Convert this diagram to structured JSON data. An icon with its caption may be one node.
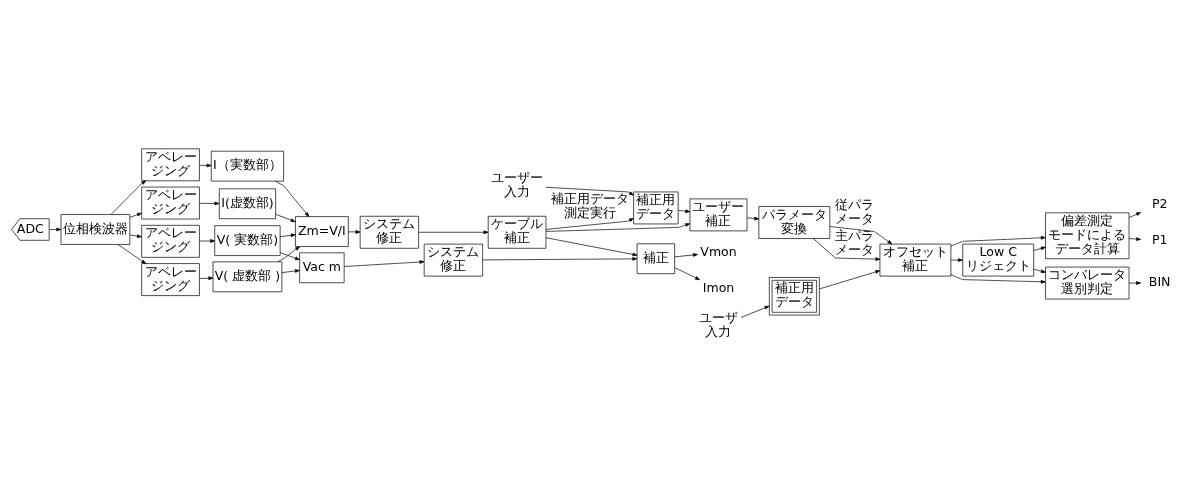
{
  "diagram": {
    "nodes": [
      {
        "text": [
          "ADC"
        ]
      },
      {
        "text": [
          "位相検波器"
        ]
      },
      {
        "text": [
          "アベレージング"
        ]
      },
      {
        "text": [
          "アベレージング"
        ]
      },
      {
        "text": [
          "アベレージング"
        ]
      },
      {
        "text": [
          "アベレージング"
        ]
      },
      {
        "text": [
          "V( 実数部)"
        ]
      },
      {
        "text": [
          "V( 虚数部 )"
        ]
      },
      {
        "text": [
          "I（実数部）"
        ]
      },
      {
        "text": [
          "I(虚数部)"
        ]
      },
      {
        "text": [
          "Zm=V/I"
        ]
      },
      {
        "text": [
          "システム修正"
        ]
      },
      {
        "text": [
          "ケーブル補正"
        ]
      },
      {
        "text": [
          "ユーザー補正"
        ]
      },
      {
        "text": [
          "パラメータ変換"
        ]
      },
      {
        "text": [
          "オフセット補正"
        ]
      },
      {
        "text": [
          "Low C リジェクト"
        ]
      },
      {
        "text": [
          "偏差測定モードによるデータ計算"
        ]
      },
      {
        "text": [
          "補正用データ"
        ]
      },
      {
        "text": [
          "補正用データ"
        ]
      },
      {
        "text": [
          "コンバレータ選別判定"
        ]
      },
      {
        "text": [
          "Vac m"
        ]
      },
      {
        "text": [
          "システム修正"
        ]
      },
      {
        "text": [
          "補正"
        ]
      },
      {
        "text": [
          "ユーザー入力"
        ]
      },
      {
        "text": [
          "ユーザ入力"
        ]
      },
      {
        "text": [
          "P1"
        ]
      },
      {
        "text": [
          "P2"
        ]
      },
      {
        "text": [
          "BIN"
        ]
      },
      {
        "text": [
          "Vmon"
        ]
      },
      {
        "text": [
          "Imon"
        ]
      }
    ],
    "edges": [
      {
        "from": 0,
        "to": 1,
        "arrow": "to"
      },
      {
        "from": 1,
        "to": 2,
        "arrow": "to"
      },
      {
        "from": 1,
        "to": 3,
        "arrow": "to"
      },
      {
        "from": 1,
        "to": 4,
        "arrow": "to"
      },
      {
        "from": 1,
        "to": 5,
        "arrow": "to"
      },
      {
        "from": 2,
        "to": 6,
        "arrow": "to"
      },
      {
        "from": 3,
        "to": 7,
        "arrow": "to"
      },
      {
        "from": 4,
        "to": 8,
        "arrow": "to"
      },
      {
        "from": 5,
        "to": 9,
        "arrow": "to"
      },
      {
        "from": 6,
        "to": 10,
        "arrow": "to"
      },
      {
        "from": 7,
        "to": 10,
        "arrow": "to"
      },
      {
        "from": 8,
        "to": 10,
        "arrow": "to"
      },
      {
        "from": 9,
        "to": 10,
        "arrow": "to"
      },
      {
        "from": 6,
        "to": 21,
        "arrow": "to"
      },
      {
        "from": 7,
        "to": 21,
        "arrow": "to"
      },
      {
        "from": 10,
        "to": 11,
        "arrow": "to"
      },
      {
        "from": 11,
        "to": 12,
        "arrow": "to"
      },
      {
        "from": 12,
        "to": 13,
        "arrow": "to"
      },
      {
        "from": 12,
        "to": 18,
        "arrow": "to",
        "label": "補正用データ測定実行"
      },
      {
        "from": 12,
        "to": 23,
        "arrow": "to"
      },
      {
        "from": 18,
        "to": 13,
        "arrow": "to"
      },
      {
        "from": 24,
        "to": 18,
        "arrow": "to"
      },
      {
        "from": 13,
        "to": 14,
        "arrow": "to"
      },
      {
        "from": 14,
        "to": 15,
        "arrow": "to",
        "label": "主パラメータ"
      },
      {
        "from": 14,
        "to": 15,
        "arrow": "to",
        "label": "従パラメータ"
      },
      {
        "from": 19,
        "to": 15,
        "arrow": "to"
      },
      {
        "from": 25,
        "to": 19,
        "arrow": "to"
      },
      {
        "from": 15,
        "to": 16,
        "arrow": "to"
      },
      {
        "from": 15,
        "to": 17,
        "arrow": "to"
      },
      {
        "from": 15,
        "to": 20,
        "arrow": "to"
      },
      {
        "from": 16,
        "to": 17,
        "arrow": "to"
      },
      {
        "from": 16,
        "to": 20,
        "arrow": "to"
      },
      {
        "from": 17,
        "to": 26,
        "arrow": "to"
      },
      {
        "from": 17,
        "to": 27,
        "arrow": "to"
      },
      {
        "from": 20,
        "to": 28,
        "arrow": "to"
      },
      {
        "from": 21,
        "to": 22,
        "arrow": "to"
      },
      {
        "from": 22,
        "to": 23,
        "arrow": "to"
      },
      {
        "from": 23,
        "to": 29,
        "arrow": "to"
      },
      {
        "from": 23,
        "to": 30,
        "arrow": "to"
      }
    ]
  }
}
